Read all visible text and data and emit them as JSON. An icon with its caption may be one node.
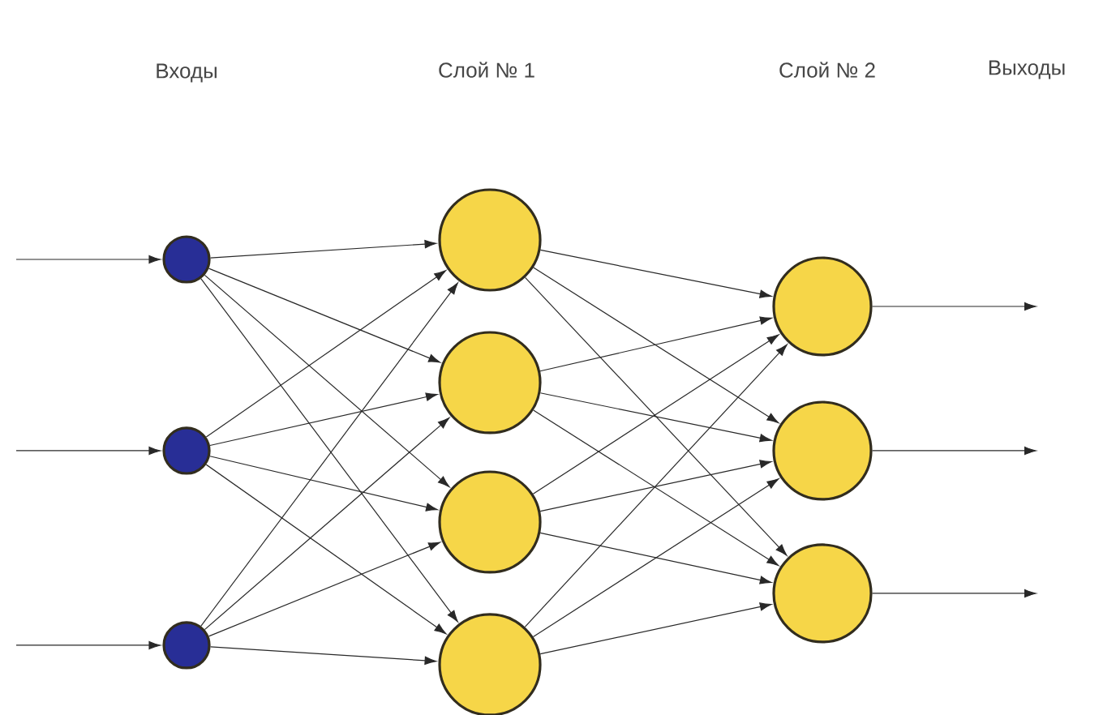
{
  "diagram": {
    "nodes": [
      {
        "text": [],
        "shape": "circle"
      },
      {
        "text": [],
        "shape": "circle"
      },
      {
        "text": [],
        "shape": "circle"
      },
      {
        "text": [],
        "shape": "circle"
      },
      {
        "text": [],
        "shape": "circle"
      },
      {
        "text": [],
        "shape": "circle"
      },
      {
        "text": [],
        "shape": "circle"
      },
      {
        "text": [],
        "shape": "circle"
      },
      {
        "text": [],
        "shape": "circle"
      },
      {
        "text": [],
        "shape": "circle"
      }
    ],
    "edges": [
      {
        "from": null,
        "to": 0,
        "arrow": "to"
      },
      {
        "from": null,
        "to": 1,
        "arrow": "to"
      },
      {
        "from": null,
        "to": 2,
        "arrow": "to"
      },
      {
        "from": 0,
        "to": 3,
        "arrow": "to"
      },
      {
        "from": 0,
        "to": 4,
        "arrow": "to"
      },
      {
        "from": 0,
        "to": 5,
        "arrow": "to"
      },
      {
        "from": 0,
        "to": 6,
        "arrow": "to"
      },
      {
        "from": 1,
        "to": 3,
        "arrow": "to"
      },
      {
        "from": 1,
        "to": 4,
        "arrow": "to"
      },
      {
        "from": 1,
        "to": 5,
        "arrow": "to"
      },
      {
        "from": 1,
        "to": 6,
        "arrow": "to"
      },
      {
        "from": 2,
        "to": 3,
        "arrow": "to"
      },
      {
        "from": 2,
        "to": 4,
        "arrow": "to"
      },
      {
        "from": 2,
        "to": 5,
        "arrow": "to"
      },
      {
        "from": 2,
        "to": 6,
        "arrow": "to"
      },
      {
        "from": 3,
        "to": 7,
        "arrow": "to"
      },
      {
        "from": 3,
        "to": 8,
        "arrow": "to"
      },
      {
        "from": 3,
        "to": 9,
        "arrow": "to"
      },
      {
        "from": 4,
        "to": 7,
        "arrow": "to"
      },
      {
        "from": 4,
        "to": 8,
        "arrow": "to"
      },
      {
        "from": 4,
        "to": 9,
        "arrow": "to"
      },
      {
        "from": 5,
        "to": 7,
        "arrow": "to"
      },
      {
        "from": 5,
        "to": 8,
        "arrow": "to"
      },
      {
        "from": 5,
        "to": 9,
        "arrow": "to"
      },
      {
        "from": 6,
        "to": 7,
        "arrow": "to"
      },
      {
        "from": 6,
        "to": 8,
        "arrow": "to"
      },
      {
        "from": 6,
        "to": 9,
        "arrow": "to"
      },
      {
        "from": 7,
        "to": null,
        "arrow": "to"
      },
      {
        "from": 8,
        "to": null,
        "arrow": "to"
      },
      {
        "from": 9,
        "to": null,
        "arrow": "to"
      }
    ],
    "labels": [
      "Входы",
      "Слой № 1",
      "Слой № 2",
      "Выходы"
    ]
  }
}
